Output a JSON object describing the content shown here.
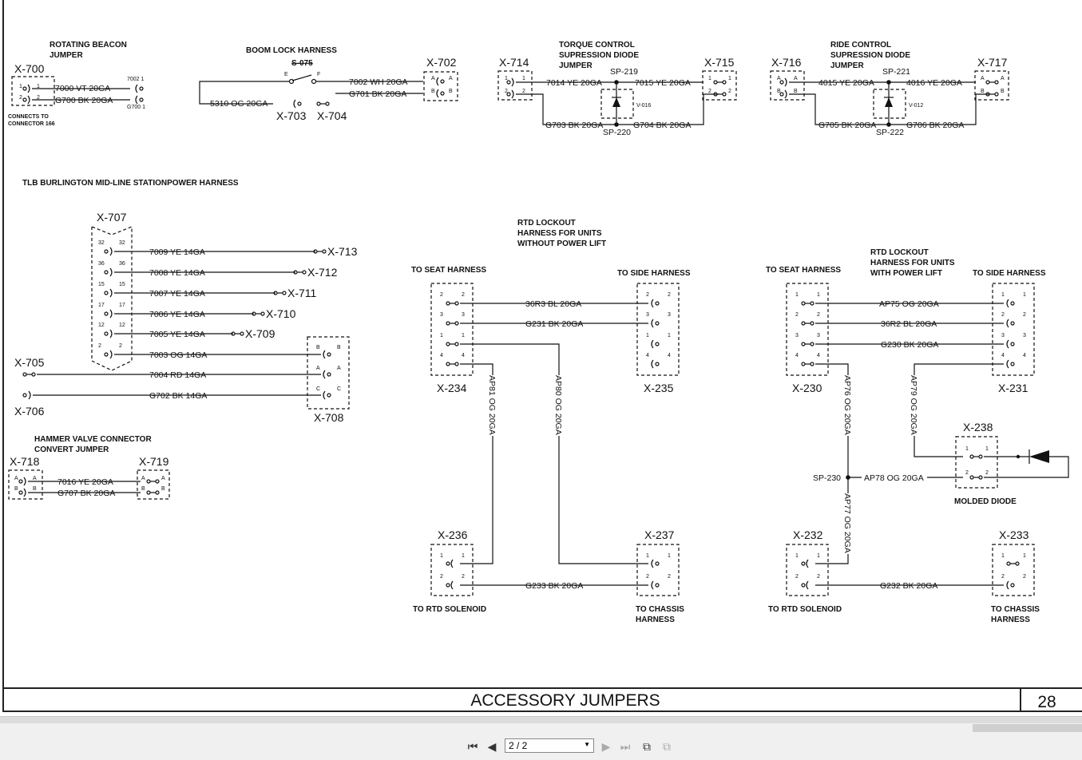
{
  "diagram": {
    "footer_title": "ACCESSORY JUMPERS",
    "page_number": "28",
    "rotating_beacon": {
      "title1": "ROTATING BEACON",
      "title2": "JUMPER",
      "left_conn": "X-700",
      "wire1": "7000 VT 20GA",
      "wire2": "G700 BK 20GA",
      "right_label1": "7002 1",
      "right_label2": "G700 1",
      "note1": "CONNECTS TO",
      "note2": "CONNECTOR 166"
    },
    "boom_lock": {
      "title": "BOOM LOCK HARNESS",
      "switch": "S-075",
      "pin_e": "E",
      "pin_f": "F",
      "wire1": "7002 WH 20GA",
      "wire2": "G701 BK 20GA",
      "wire3": "5310 OG 20GA",
      "conn_right": "X-702",
      "conn_703": "X-703",
      "conn_704": "X-704"
    },
    "torque_control": {
      "title1": "TORQUE CONTROL",
      "title2": "SUPRESSION DIODE",
      "title3": "JUMPER",
      "left_conn": "X-714",
      "right_conn": "X-715",
      "sp_top": "SP-219",
      "sp_bottom": "SP-220",
      "diode": "V-016",
      "wire1": "7014 YE 20GA",
      "wire2": "7015 YE 20GA",
      "wire3": "G703 BK 20GA",
      "wire4": "G704 BK 20GA"
    },
    "ride_control": {
      "title1": "RIDE CONTROL",
      "title2": "SUPRESSION DIODE",
      "title3": "JUMPER",
      "left_conn": "X-716",
      "right_conn": "X-717",
      "sp_top": "SP-221",
      "sp_bottom": "SP-222",
      "diode": "V-012",
      "wire1": "4015 YE 20GA",
      "wire2": "4016 YE 20GA",
      "wire3": "G705 BK 20GA",
      "wire4": "G706 BK 20GA"
    },
    "tlb": {
      "title": "TLB BURLINGTON MID-LINE STATIONPOWER  HARNESS",
      "main_conn": "X-707",
      "rows": [
        {
          "pin": "32",
          "wire": "7009 YE 14GA",
          "conn": "X-713"
        },
        {
          "pin": "36",
          "wire": "7008 YE 14GA",
          "conn": "X-712"
        },
        {
          "pin": "15",
          "wire": "7007 YE 14GA",
          "conn": "X-711"
        },
        {
          "pin": "17",
          "wire": "7006 YE 14GA",
          "conn": "X-710"
        },
        {
          "pin": "12",
          "wire": "7005 YE 14GA",
          "conn": "X-709"
        },
        {
          "pin": "2",
          "wire": "7003 OG 14GA",
          "conn": ""
        }
      ],
      "conn_705": "X-705",
      "conn_706": "X-706",
      "conn_708": "X-708",
      "wire_705": "7004 RD 14GA",
      "wire_706": "G702 BK 14GA",
      "pin_b": "B",
      "pin_a": "A",
      "pin_c": "C"
    },
    "hammer": {
      "title1": "HAMMER VALVE CONNECTOR",
      "title2": "CONVERT JUMPER",
      "left_conn": "X-718",
      "right_conn": "X-719",
      "wire1": "7016 YE 20GA",
      "wire2": "G707 BK 20GA"
    },
    "rtd_no_lift": {
      "title1": "RTD LOCKOUT",
      "title2": "HARNESS FOR UNITS",
      "title3": "WITHOUT POWER LIFT",
      "to_seat": "TO SEAT HARNESS",
      "to_side": "TO SIDE HARNESS",
      "conn_234": "X-234",
      "conn_235": "X-235",
      "conn_236": "X-236",
      "conn_237": "X-237",
      "wire_r1": "36R3 BL 20GA",
      "wire_r2": "G231 BK 20GA",
      "wire_v1": "AP81 OG 20GA",
      "wire_v2": "AP80 OG 20GA",
      "wire_bottom": "G233 BK 20GA",
      "to_solenoid": "TO RTD SOLENOID",
      "to_chassis1": "TO CHASSIS",
      "to_chassis2": "HARNESS",
      "pins_left": [
        "2",
        "3",
        "1",
        "4"
      ],
      "pins_right": [
        "2",
        "3",
        "1",
        "4"
      ]
    },
    "rtd_lift": {
      "title1": "RTD LOCKOUT",
      "title2": "HARNESS FOR UNITS",
      "title3": "WITH POWER LIFT",
      "to_seat": "TO SEAT HARNESS",
      "to_side": "TO SIDE HARNESS",
      "conn_230": "X-230",
      "conn_231": "X-231",
      "conn_232": "X-232",
      "conn_233": "X-233",
      "conn_238": "X-238",
      "wire_r1": "AP75 OG 20GA",
      "wire_r2": "36R2 BL 20GA",
      "wire_r3": "G230 BK 20GA",
      "wire_v1": "AP76 OG 20GA",
      "wire_v2": "AP77 OG 20GA",
      "wire_v3": "AP79 OG 20GA",
      "wire_h": "AP78 OG 20GA",
      "splice": "SP-230",
      "wire_bottom": "G232 BK 20GA",
      "molded_diode": "MOLDED DIODE",
      "to_solenoid": "TO RTD SOLENOID",
      "to_chassis1": "TO CHASSIS",
      "to_chassis2": "HARNESS",
      "pins_left": [
        "1",
        "2",
        "3",
        "4"
      ],
      "pins_right": [
        "1",
        "2",
        "3",
        "4"
      ]
    }
  },
  "viewer": {
    "page_indicator": "2 / 2"
  }
}
